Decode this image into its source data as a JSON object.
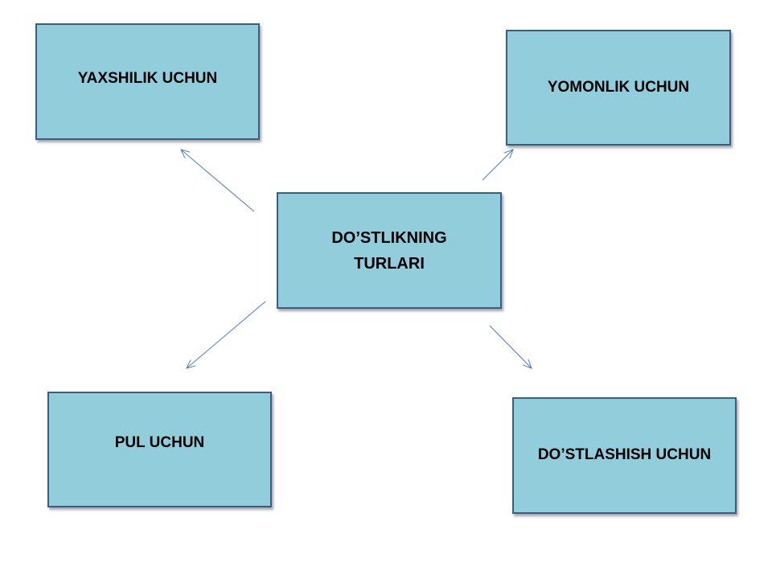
{
  "diagram": {
    "center": "DO’STLIKNING\nTURLARI",
    "top_left": "YAXSHILIK  UCHUN",
    "top_right": "YOMONLIK  UCHUN",
    "bottom_left": "PUL  UCHUN",
    "bottom_right": "DO’STLASHISH  UCHUN"
  },
  "colors": {
    "box_fill": "#92cddc",
    "box_border": "#385d8a",
    "arrow": "#4a7ebb"
  }
}
